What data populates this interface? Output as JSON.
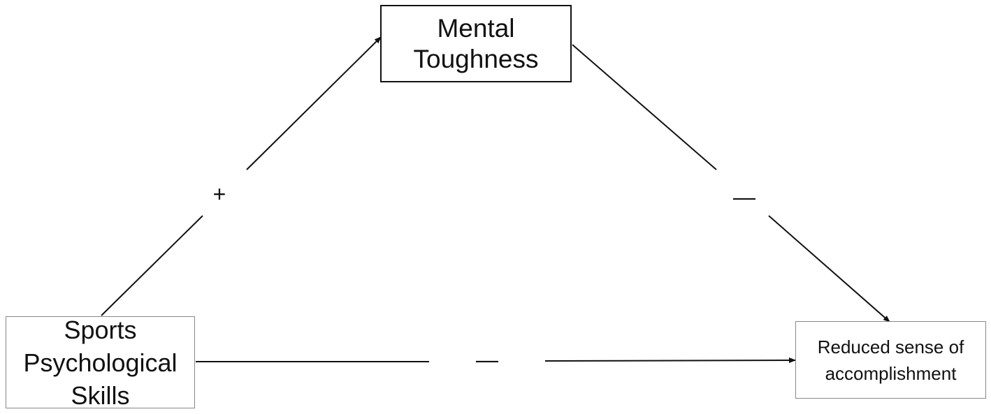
{
  "nodes": {
    "mental_toughness": {
      "line1": "Mental",
      "line2": "Toughness"
    },
    "sports_psychological_skills": {
      "line1": "Sports",
      "line2": "Psychological",
      "line3": "Skills"
    },
    "reduced_accomplishment": {
      "line1": "Reduced sense of",
      "line2": "accomplishment"
    }
  },
  "paths": {
    "a_sign": "+",
    "b_sign": "—",
    "c_sign": "—"
  },
  "colors": {
    "line": "#111111",
    "box_border_dark": "#111111",
    "box_border_light": "#888888",
    "background": "#ffffff"
  }
}
